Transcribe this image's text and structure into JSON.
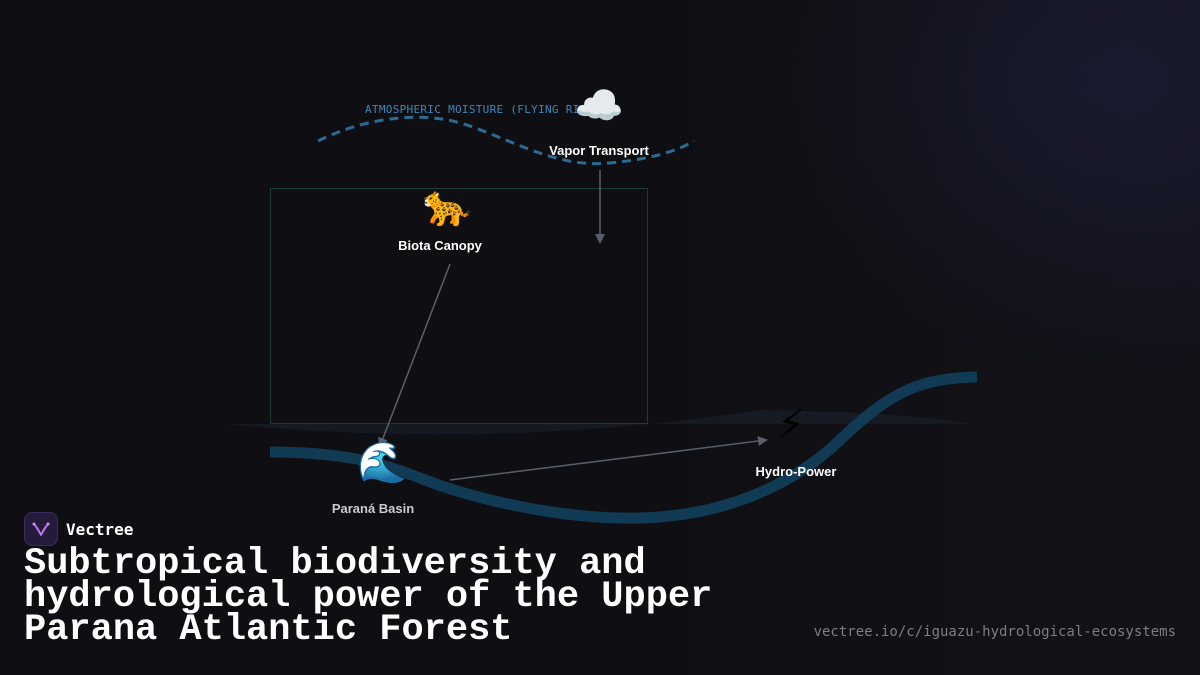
{
  "diagram": {
    "arc_label": "ATMOSPHERIC MOISTURE (FLYING RI",
    "nodes": {
      "vapor": {
        "label": "Vapor Transport",
        "icon": "cloud-icon",
        "glyph": "☁️"
      },
      "biota": {
        "label": "Biota Canopy",
        "icon": "leopard-icon",
        "glyph": "🐆"
      },
      "basin": {
        "label": "Paraná Basin",
        "icon": "water-wave-icon",
        "glyph": "🌊"
      },
      "hydro": {
        "label": "Hydro-Power",
        "icon": "lightning-icon",
        "glyph": "⚡"
      }
    },
    "edges": [
      {
        "from": "vapor",
        "to": "biota-region"
      },
      {
        "from": "biota",
        "to": "basin"
      },
      {
        "from": "basin",
        "to": "hydro"
      }
    ],
    "colors": {
      "moisture_arc": "#2a6a93",
      "river": "#113a55",
      "arrow": "#5a5f6e",
      "region_border": "#1c3a33"
    }
  },
  "brand": {
    "name": "Vectree",
    "accent": "#a35ee0"
  },
  "title": "Subtropical biodiversity and hydrological power of the Upper Parana Atlantic Forest",
  "url": "vectree.io/c/iguazu-hydrological-ecosystems"
}
